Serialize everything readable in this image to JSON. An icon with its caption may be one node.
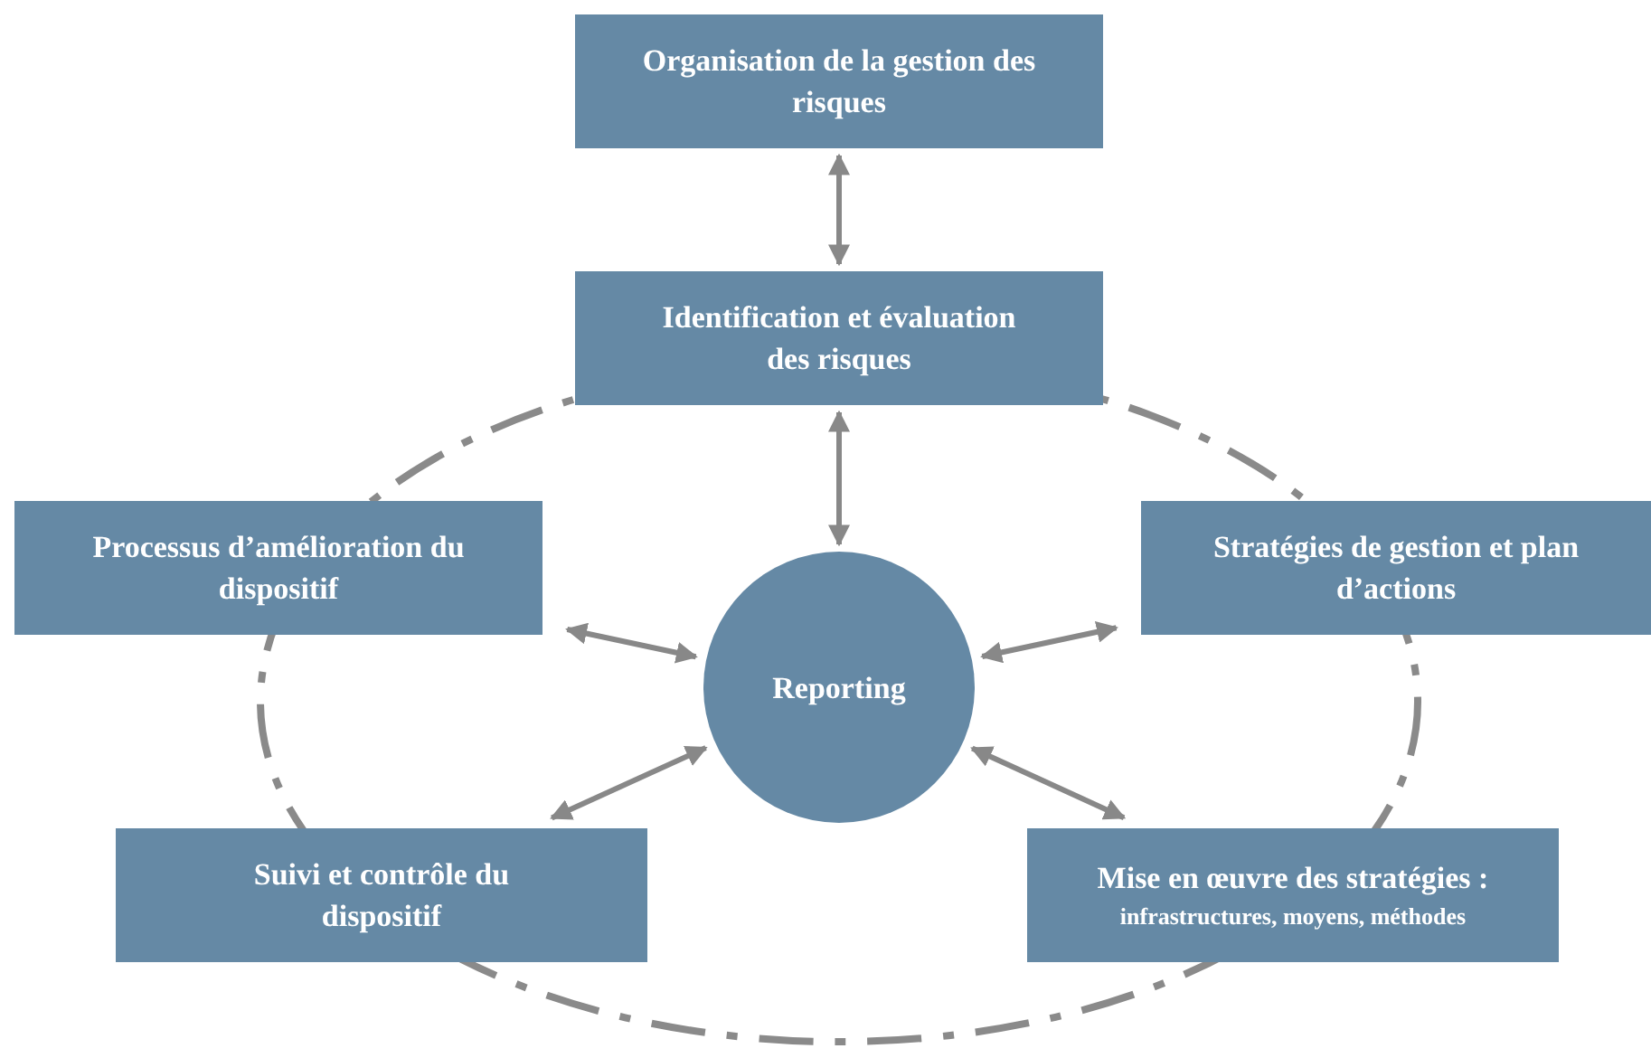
{
  "diagram": {
    "nodes": [
      {
        "text": [
          "Organisation de la gestion des risques"
        ]
      },
      {
        "text": [
          "Identification et évaluation des risques"
        ]
      },
      {
        "text": [
          "Processus d’amélioration du dispositif"
        ]
      },
      {
        "text": [
          "Stratégies de gestion et plan d’actions"
        ]
      },
      {
        "text": [
          "Reporting"
        ]
      },
      {
        "text": [
          "Suivi et contrôle du dispositif"
        ]
      },
      {
        "text": [
          "Mise en œuvre des stratégies :",
          "infrastructures, moyens, méthodes"
        ]
      }
    ],
    "edges": [
      {
        "from": 0,
        "to": 1,
        "arrow": "both"
      },
      {
        "from": 1,
        "to": 4,
        "arrow": "both"
      },
      {
        "from": 2,
        "to": 4,
        "arrow": "both"
      },
      {
        "from": 3,
        "to": 4,
        "arrow": "both"
      },
      {
        "from": 5,
        "to": 4,
        "arrow": "both"
      },
      {
        "from": 6,
        "to": 4,
        "arrow": "both"
      }
    ]
  }
}
